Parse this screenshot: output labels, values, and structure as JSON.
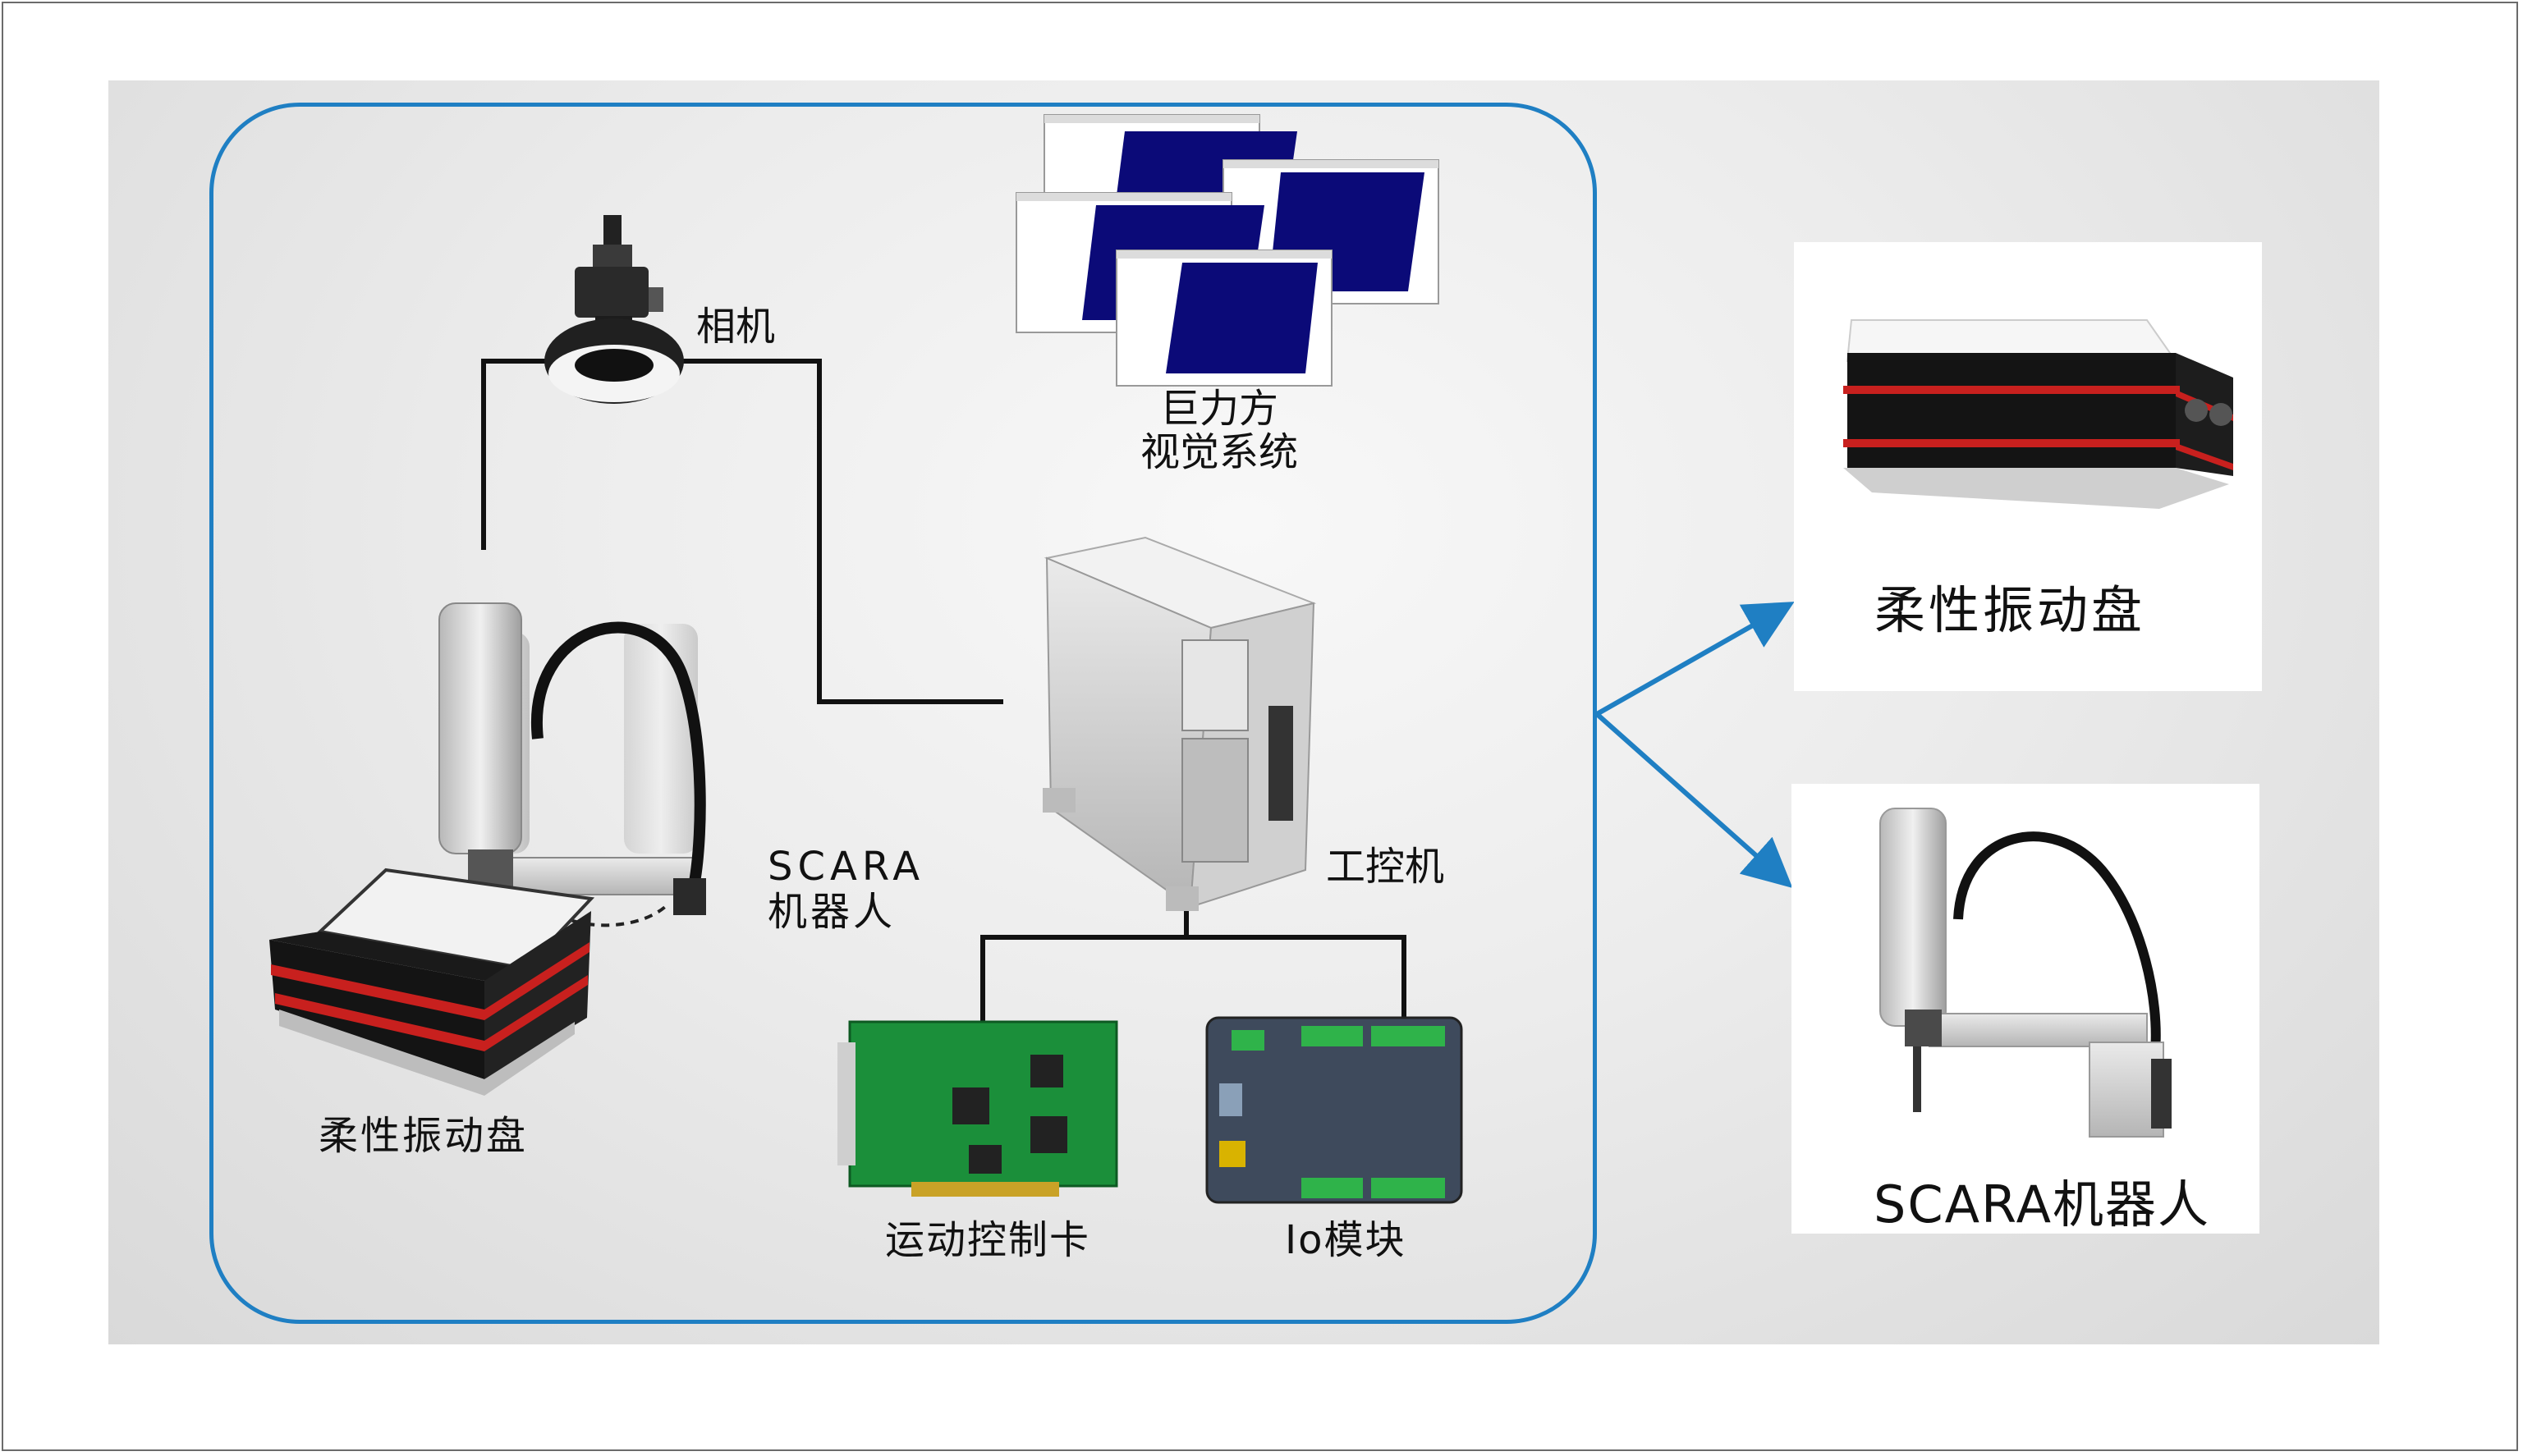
{
  "labels": {
    "camera": "相机",
    "vision_line1": "巨力方",
    "vision_line2": "视觉系统",
    "ipc": "工控机",
    "robot_line1": "SCARA",
    "robot_line2": "机器人",
    "feeder": "柔性振动盘",
    "motion_card": "运动控制卡",
    "io_module": "Io模块"
  },
  "cards": {
    "feeder": "柔性振动盘",
    "robot": "SCARA机器人"
  },
  "colors": {
    "border": "#1f7fc3",
    "arrow": "#1f7fc3",
    "line": "#111111",
    "panel": "#e6e6e6",
    "screen": "#0b0a78",
    "pcb": "#1b8f3a",
    "io_body": "#3e4a5c",
    "feeder_body": "#141414",
    "feeder_stripe": "#c8201e"
  }
}
